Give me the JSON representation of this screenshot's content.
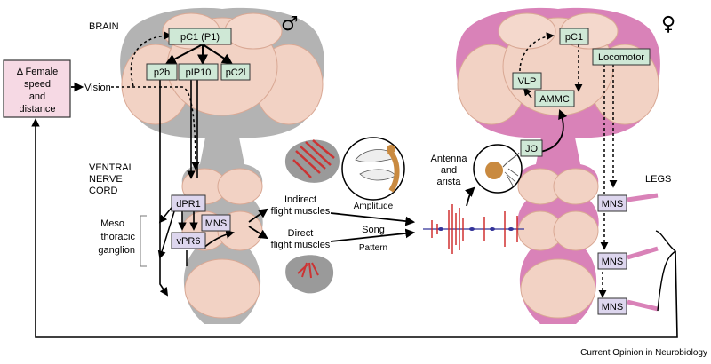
{
  "labels": {
    "brain": "BRAIN",
    "male_symbol": "♂",
    "female_symbol": "♀",
    "vnc_1": "VENTRAL",
    "vnc_2": "NERVE",
    "vnc_3": "CORD",
    "meso_1": "Meso",
    "meso_2": "thoracic",
    "meso_3": "ganglion",
    "female_1": "Δ Female",
    "female_2": "speed",
    "female_3": "and",
    "female_4": "distance",
    "vision": "Vision",
    "indirect_1": "Indirect",
    "indirect_2": "flight muscles",
    "direct_1": "Direct",
    "direct_2": "flight muscles",
    "amplitude": "Amplitude",
    "song": "Song",
    "pattern": "Pattern",
    "antenna_1": "Antenna",
    "antenna_2": "and",
    "antenna_3": "arista",
    "legs": "LEGS",
    "credit": "Current Opinion in Neurobiology"
  },
  "nodes": {
    "pc1p1": "pC1 (P1)",
    "p2b": "p2b",
    "pip10": "pIP10",
    "pc2l": "pC2l",
    "dpr1": "dPR1",
    "vpr6": "vPR6",
    "mns_male": "MNS",
    "pc1_f": "pC1",
    "vlp": "VLP",
    "ammc": "AMMC",
    "jo": "JO",
    "locomotor": "Locomotor",
    "mns_f1": "MNS",
    "mns_f2": "MNS",
    "mns_f3": "MNS"
  },
  "colors": {
    "green_box": "#cfe8d6",
    "purple_box": "#ddd6ee",
    "pink_box": "#f6d9e4",
    "female_pink": "#d982b8",
    "male_gray": "#b3b3b3",
    "tissue": "#f2d2c4",
    "song_red": "#cc2222",
    "song_blue": "#333399"
  }
}
